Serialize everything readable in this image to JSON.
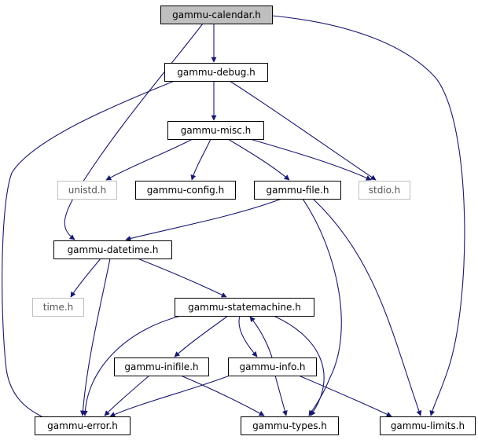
{
  "diagram": {
    "colors": {
      "edge": "#191970",
      "node_border": "#000000",
      "node_border_external": "#bfbfbf",
      "node_fill": "#ffffff",
      "root_fill": "#bfbfbf",
      "text": "#000000",
      "text_external": "#555555"
    },
    "nodes": [
      {
        "id": "gammu-calendar",
        "label": "gammu-calendar.h",
        "kind": "root"
      },
      {
        "id": "gammu-debug",
        "label": "gammu-debug.h",
        "kind": "internal"
      },
      {
        "id": "gammu-misc",
        "label": "gammu-misc.h",
        "kind": "internal"
      },
      {
        "id": "unistd",
        "label": "unistd.h",
        "kind": "external"
      },
      {
        "id": "gammu-config",
        "label": "gammu-config.h",
        "kind": "internal"
      },
      {
        "id": "gammu-file",
        "label": "gammu-file.h",
        "kind": "internal"
      },
      {
        "id": "stdio",
        "label": "stdio.h",
        "kind": "external"
      },
      {
        "id": "gammu-datetime",
        "label": "gammu-datetime.h",
        "kind": "internal"
      },
      {
        "id": "time",
        "label": "time.h",
        "kind": "external"
      },
      {
        "id": "gammu-statemachine",
        "label": "gammu-statemachine.h",
        "kind": "internal"
      },
      {
        "id": "gammu-inifile",
        "label": "gammu-inifile.h",
        "kind": "internal"
      },
      {
        "id": "gammu-info",
        "label": "gammu-info.h",
        "kind": "internal"
      },
      {
        "id": "gammu-error",
        "label": "gammu-error.h",
        "kind": "internal"
      },
      {
        "id": "gammu-types",
        "label": "gammu-types.h",
        "kind": "internal"
      },
      {
        "id": "gammu-limits",
        "label": "gammu-limits.h",
        "kind": "internal"
      }
    ],
    "edges": [
      {
        "from": "gammu-calendar",
        "to": "gammu-debug"
      },
      {
        "from": "gammu-calendar",
        "to": "gammu-datetime"
      },
      {
        "from": "gammu-calendar",
        "to": "gammu-limits"
      },
      {
        "from": "gammu-debug",
        "to": "gammu-misc"
      },
      {
        "from": "gammu-debug",
        "to": "stdio"
      },
      {
        "from": "gammu-debug",
        "to": "gammu-error"
      },
      {
        "from": "gammu-misc",
        "to": "unistd"
      },
      {
        "from": "gammu-misc",
        "to": "gammu-config"
      },
      {
        "from": "gammu-misc",
        "to": "gammu-file"
      },
      {
        "from": "gammu-misc",
        "to": "stdio"
      },
      {
        "from": "gammu-file",
        "to": "gammu-datetime"
      },
      {
        "from": "gammu-file",
        "to": "gammu-types"
      },
      {
        "from": "gammu-file",
        "to": "gammu-limits"
      },
      {
        "from": "gammu-datetime",
        "to": "time"
      },
      {
        "from": "gammu-datetime",
        "to": "gammu-statemachine"
      },
      {
        "from": "gammu-datetime",
        "to": "gammu-error"
      },
      {
        "from": "gammu-statemachine",
        "to": "gammu-inifile"
      },
      {
        "from": "gammu-statemachine",
        "to": "gammu-info"
      },
      {
        "from": "gammu-statemachine",
        "to": "gammu-error"
      },
      {
        "from": "gammu-statemachine",
        "to": "gammu-types"
      },
      {
        "from": "gammu-info",
        "to": "gammu-statemachine"
      },
      {
        "from": "gammu-info",
        "to": "gammu-error"
      },
      {
        "from": "gammu-info",
        "to": "gammu-types"
      },
      {
        "from": "gammu-info",
        "to": "gammu-limits"
      },
      {
        "from": "gammu-inifile",
        "to": "gammu-error"
      },
      {
        "from": "gammu-inifile",
        "to": "gammu-types"
      }
    ]
  }
}
